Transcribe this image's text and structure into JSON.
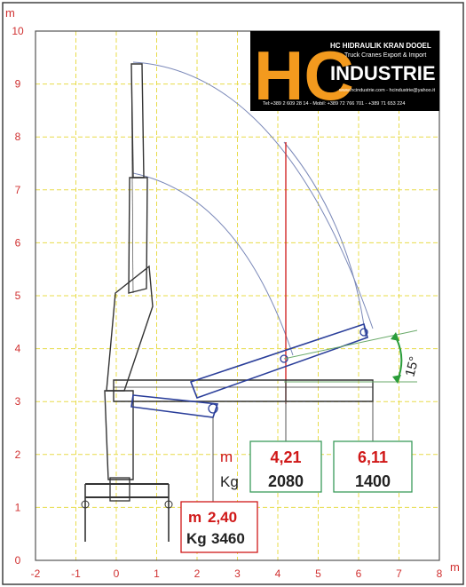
{
  "axes": {
    "x_unit": "m",
    "y_unit": "m",
    "x_ticks": [
      "-2",
      "-1",
      "0",
      "1",
      "2",
      "3",
      "4",
      "5",
      "6",
      "7",
      "8"
    ],
    "y_ticks": [
      "0",
      "1",
      "2",
      "3",
      "4",
      "5",
      "6",
      "7",
      "8",
      "9",
      "10"
    ]
  },
  "logo": {
    "letters": "HC",
    "line1": "HC HIDRAULIK KRAN DOOEL",
    "line2": "Truck Cranes Export & Import",
    "brand": "INDUSTRIE",
    "web": "www.hcindustrie.com - hcindustrie@yahoo.it",
    "phone": "Tel:+389 2 609 28 14 - Mobil: +389 72 766 701 - +389 71 653 224",
    "accent_color": "#f39a1e"
  },
  "angle_label": "15°",
  "load_boxes": [
    {
      "m_label": "m",
      "distance": "4,21",
      "kg_label": "Kg",
      "load": "2080"
    },
    {
      "distance": "6,11",
      "load": "1400"
    },
    {
      "m_label": "m",
      "distance": "2,40",
      "kg_label": "Kg",
      "load": "3460"
    }
  ],
  "chart_data": {
    "type": "load-chart",
    "x_range": [
      -2,
      8
    ],
    "y_range": [
      0,
      10
    ],
    "load_points": [
      {
        "outreach_m": 4.21,
        "capacity_kg": 2080
      },
      {
        "outreach_m": 6.11,
        "capacity_kg": 1400
      },
      {
        "outreach_m": 2.4,
        "capacity_kg": 3460
      }
    ],
    "max_boom_angle_deg": 15
  }
}
